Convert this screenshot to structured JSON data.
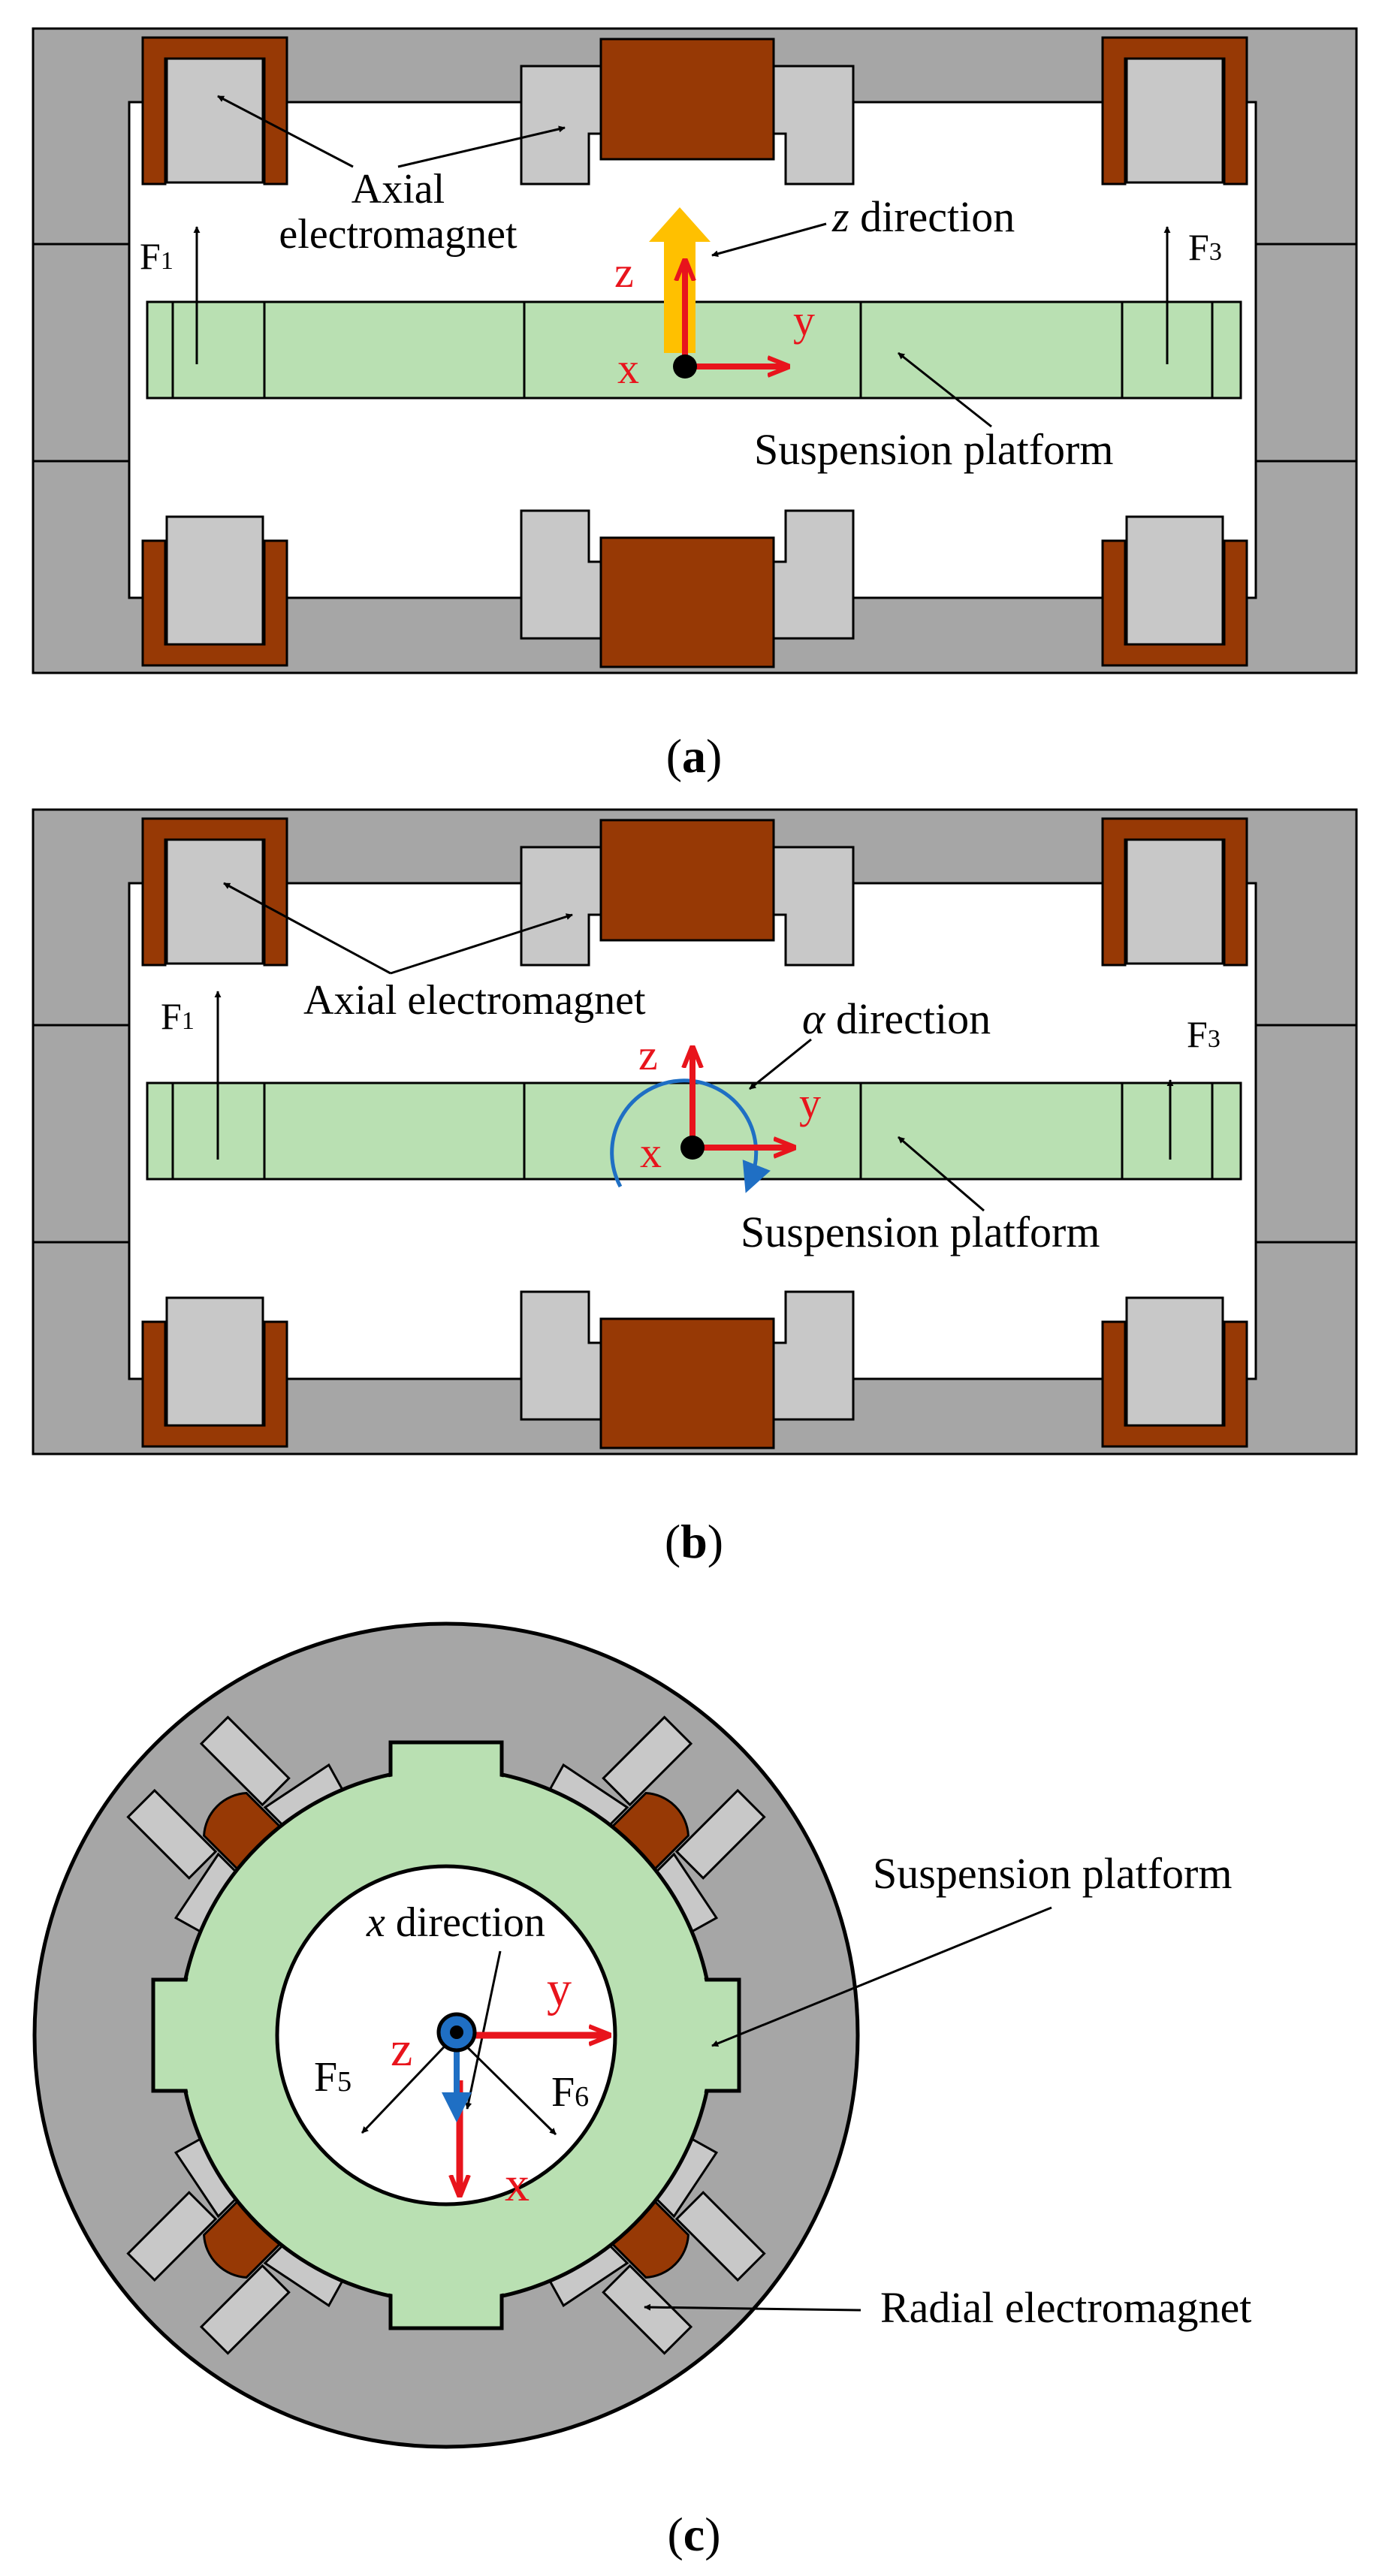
{
  "panels": {
    "a": {
      "caption_open": "(",
      "caption_letter": "a",
      "caption_close": ")",
      "label_axial_line1": "Axial",
      "label_axial_line2": "electromagnet",
      "label_direction_italic": "z",
      "label_direction_rest": " direction",
      "label_platform": "Suspension platform",
      "force_left": "F",
      "force_left_sub": "1",
      "force_right": "F",
      "force_right_sub": "3",
      "axis_z": "z",
      "axis_y": "y",
      "axis_x": "x"
    },
    "b": {
      "caption_open": "(",
      "caption_letter": "b",
      "caption_close": ")",
      "label_axial": "Axial electromagnet",
      "label_direction_italic": "α",
      "label_direction_rest": " direction",
      "label_platform": "Suspension platform",
      "force_left": "F",
      "force_left_sub": "1",
      "force_right": "F",
      "force_right_sub": "3",
      "axis_z": "z",
      "axis_y": "y",
      "axis_x": "x"
    },
    "c": {
      "caption_open": "(",
      "caption_letter": "c",
      "caption_close": ")",
      "label_platform": "Suspension platform",
      "label_radial": "Radial electromagnet",
      "label_direction_italic": "x",
      "label_direction_rest": " direction",
      "force_left": "F",
      "force_left_sub": "5",
      "force_right": "F",
      "force_right_sub": "6",
      "axis_z": "z",
      "axis_y": "y",
      "axis_x": "x"
    }
  },
  "colors": {
    "housing": "#a6a6a6",
    "pole": "#c8c8c8",
    "coil": "#973905",
    "platform": "#b9e0b2",
    "axis_red": "#e8141c",
    "arrow_orange": "#ffc000",
    "rotation_blue": "#1f6fc4"
  }
}
